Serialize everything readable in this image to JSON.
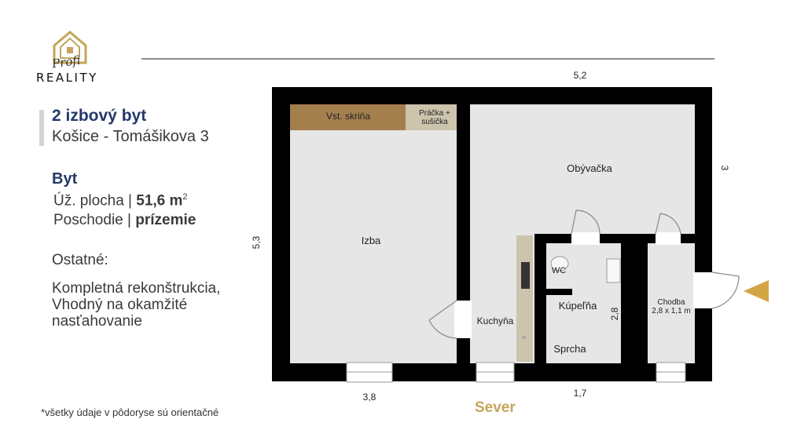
{
  "logo": {
    "line1": "Profi",
    "line2": "REALITY"
  },
  "listing": {
    "title": "2 izbový byt",
    "address": "Košice - Tomášikova 3",
    "section": "Byt",
    "area_label": "Úž. plocha | ",
    "area_value": "51,6 m",
    "area_sup": "2",
    "floor_label": "Poschodie | ",
    "floor_value": "prízemie",
    "other_title": "Ostatné:",
    "other_lines": [
      "Kompletná rekonštrukcia,",
      "Vhodný na okamžité",
      "nasťahovanie"
    ]
  },
  "disclaimer": "*všetky údaje v pôdoryse sú orientačné",
  "floorplan": {
    "rooms": {
      "wardrobe": "Vst. skriňa",
      "washer_1": "Práčka +",
      "washer_2": "sušička",
      "living": "Obývačka",
      "room": "Izba",
      "kitchen": "Kuchyňa",
      "wc": "WC",
      "bathroom": "Kúpeľňa",
      "shower": "Sprcha",
      "hallway": "Chodba",
      "hallway_size": "2,8 x 1,1 m"
    },
    "dimensions": {
      "top": "5,2",
      "right": "3",
      "left": "5,3",
      "bottom_left": "3,8",
      "bottom_right": "1,7",
      "inner": "2,8"
    },
    "orientation": "Sever"
  },
  "colors": {
    "wall": "#000000",
    "floor": "#e6e6e6",
    "wardrobe": "#a47f4e",
    "counter": "#ccc4ad",
    "accent": "#c5a55c",
    "heading": "#24386a"
  }
}
